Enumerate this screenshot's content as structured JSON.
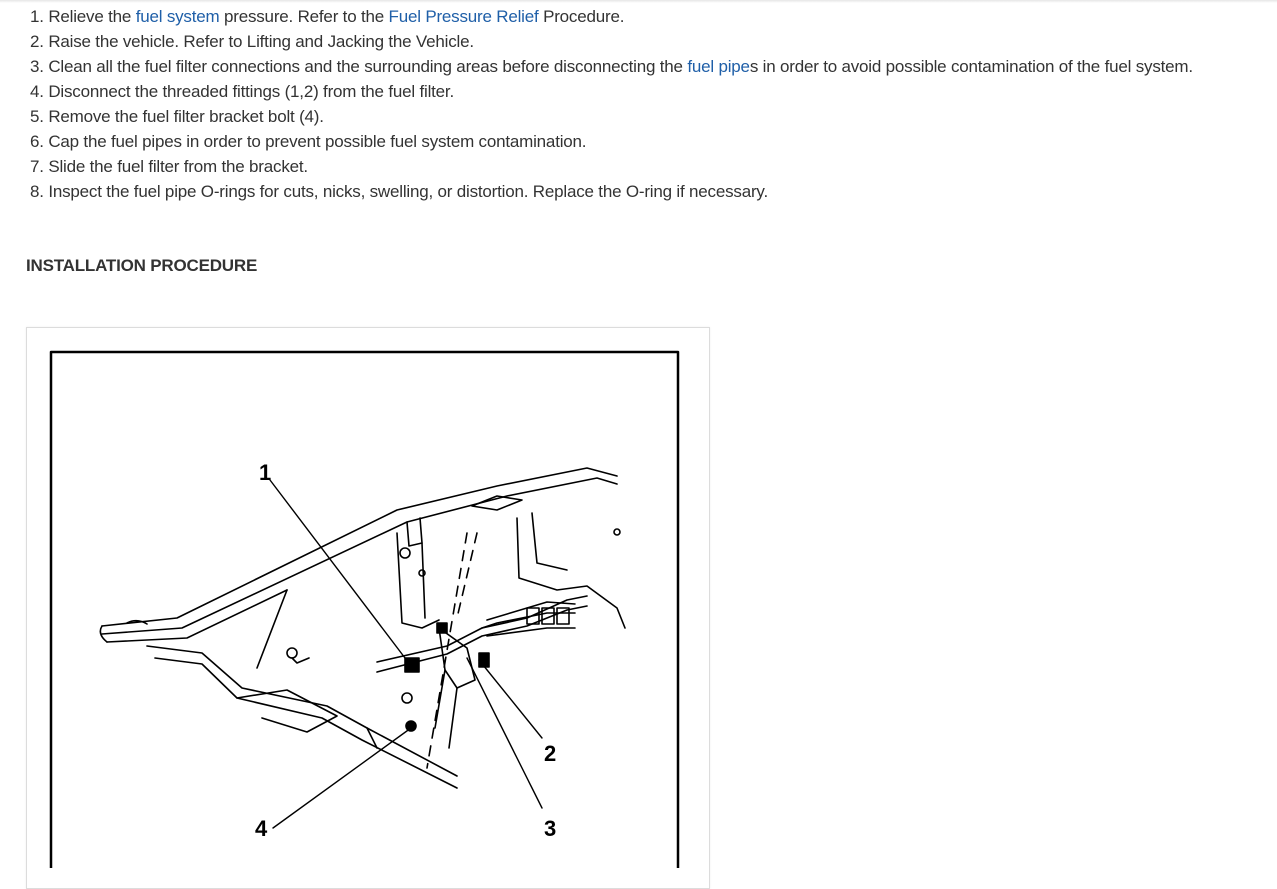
{
  "steps": [
    {
      "num": "1.",
      "parts": [
        {
          "text": "Relieve the "
        },
        {
          "text": "fuel system",
          "link": true
        },
        {
          "text": " pressure. Refer to the "
        },
        {
          "text": "Fuel Pressure Relief",
          "link": true
        },
        {
          "text": " Procedure."
        }
      ]
    },
    {
      "num": "2.",
      "parts": [
        {
          "text": "Raise the vehicle. Refer to Lifting and Jacking the Vehicle."
        }
      ]
    },
    {
      "num": "3.",
      "parts": [
        {
          "text": "Clean all the fuel filter connections and the surrounding areas before disconnecting the "
        },
        {
          "text": "fuel pipe",
          "link": true
        },
        {
          "text": "s in order to avoid possible contamination of the fuel system."
        }
      ]
    },
    {
      "num": "4.",
      "parts": [
        {
          "text": "Disconnect the threaded fittings (1,2) from the fuel filter."
        }
      ]
    },
    {
      "num": "5.",
      "parts": [
        {
          "text": "Remove the fuel filter bracket bolt (4)."
        }
      ]
    },
    {
      "num": "6.",
      "parts": [
        {
          "text": "Cap the fuel pipes in order to prevent possible fuel system contamination."
        }
      ]
    },
    {
      "num": "7.",
      "parts": [
        {
          "text": "Slide the fuel filter from the bracket."
        }
      ]
    },
    {
      "num": "8.",
      "parts": [
        {
          "text": "Inspect the fuel pipe O-rings for cuts, nicks, swelling, or distortion. Replace the O-ring if necessary."
        }
      ]
    }
  ],
  "heading": "INSTALLATION PROCEDURE",
  "figure": {
    "callouts": {
      "c1": "1",
      "c2": "2",
      "c3": "3",
      "c4": "4"
    }
  },
  "colors": {
    "link": "#1f5fa8",
    "text": "#333333"
  }
}
